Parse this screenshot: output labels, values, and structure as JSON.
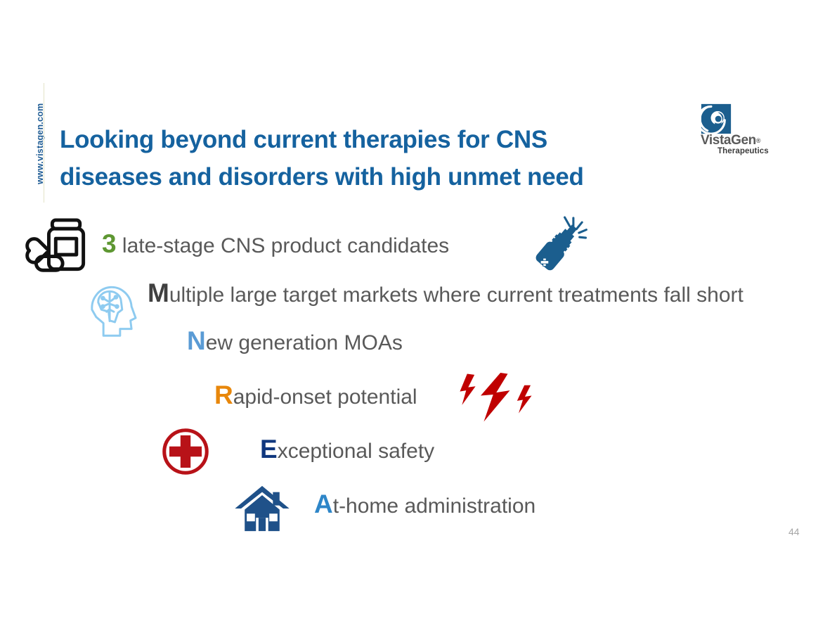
{
  "slide": {
    "background_color": "#FFFFFF",
    "page_number": "44",
    "vertical_website": "www.vistagen.com",
    "title_line1": "Looking beyond current therapies for CNS",
    "title_line2": "diseases and disorders with high unmet need",
    "title_color": "#15629F"
  },
  "logo": {
    "wordmark": "VistaGen",
    "registered": "®",
    "subtitle": "Therapeutics",
    "mark_color": "#1B5E8E",
    "word_color": "#5A5A5A"
  },
  "bullets": [
    {
      "id": "late-stage-candidates",
      "lead": "3",
      "lead_color": "#5E9732",
      "rest": " late-stage CNS product candidates",
      "text_color": "#595959"
    },
    {
      "id": "multiple-target-markets",
      "lead": "M",
      "lead_color": "#404040",
      "rest": "ultiple large target markets where current treatments fall short",
      "text_color": "#595959"
    },
    {
      "id": "new-generation-moas",
      "lead": "N",
      "lead_color": "#5A9BD5",
      "rest": "ew generation MOAs",
      "text_color": "#595959"
    },
    {
      "id": "rapid-onset-potential",
      "lead": "R",
      "lead_color": "#E8870B",
      "rest": "apid-onset potential",
      "text_color": "#595959"
    },
    {
      "id": "exceptional-safety",
      "lead": "E",
      "lead_color": "#10377E",
      "rest": "xceptional safety",
      "text_color": "#595959"
    },
    {
      "id": "at-home-administration",
      "lead": "A",
      "lead_color": "#2E86C8",
      "rest": "t-home administration",
      "text_color": "#595959"
    }
  ],
  "icons": [
    {
      "name": "pill-bottle-icon",
      "color": "#000000"
    },
    {
      "name": "nasal-spray-icon",
      "color": "#1B5E8E"
    },
    {
      "name": "brain-head-icon",
      "color": "#8ECBF0"
    },
    {
      "name": "lightning-bolt-icon",
      "color": "#C00000"
    },
    {
      "name": "medical-cross-icon",
      "color": "#C00000"
    },
    {
      "name": "house-icon",
      "color": "#1F5189"
    }
  ]
}
